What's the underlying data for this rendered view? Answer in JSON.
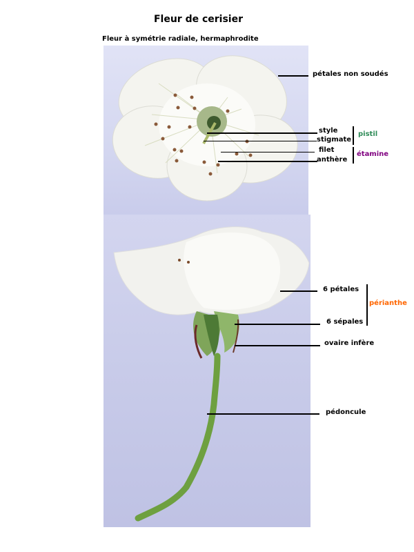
{
  "header": {
    "title": "Fleur de cerisier",
    "subtitle": "Fleur à symétrie radiale, hermaphrodite"
  },
  "top_photo": {
    "description": "Cherry blossom, top view",
    "labels": [
      {
        "id": "petales",
        "text": "pétales non soudés"
      },
      {
        "id": "style",
        "text": "style"
      },
      {
        "id": "stigmate",
        "text": "stigmate"
      },
      {
        "id": "filet",
        "text": "filet"
      },
      {
        "id": "anthere",
        "text": "anthère"
      }
    ],
    "groups": [
      {
        "id": "pistil",
        "text": "pistil",
        "color": "#2e8b57"
      },
      {
        "id": "etamine",
        "text": "étamine",
        "color": "#800080"
      }
    ]
  },
  "bottom_photo": {
    "description": "Cherry blossom, side view with stem",
    "labels": [
      {
        "id": "six-petales",
        "text": "6 pétales"
      },
      {
        "id": "six-sepales",
        "text": "6 sépales"
      },
      {
        "id": "ovaire",
        "text": "ovaire infère"
      },
      {
        "id": "pedoncule",
        "text": "pédoncule"
      }
    ],
    "groups": [
      {
        "id": "perianthe",
        "text": "périanthe",
        "color": "#ff6600"
      }
    ]
  }
}
